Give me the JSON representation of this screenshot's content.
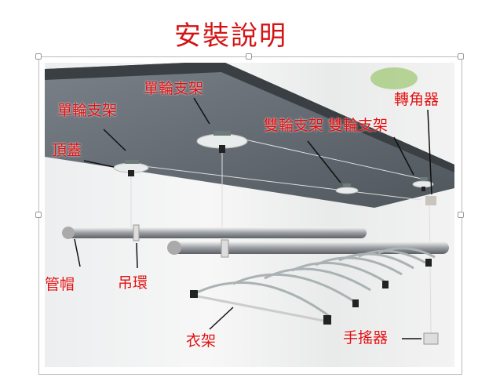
{
  "title": "安裝說明",
  "labels": {
    "single_wheel_bracket_1": "單輪支架",
    "single_wheel_bracket_2": "單輪支架",
    "top_cover": "頂蓋",
    "double_wheel_brackets": "雙輪支架 雙輪支架",
    "corner_device": "轉角器",
    "pipe_cap": "管帽",
    "hanging_ring": "吊環",
    "hanger": "衣架",
    "hand_crank": "手搖器"
  },
  "colors": {
    "label": "#e01010",
    "ceiling": "#5d646b"
  }
}
